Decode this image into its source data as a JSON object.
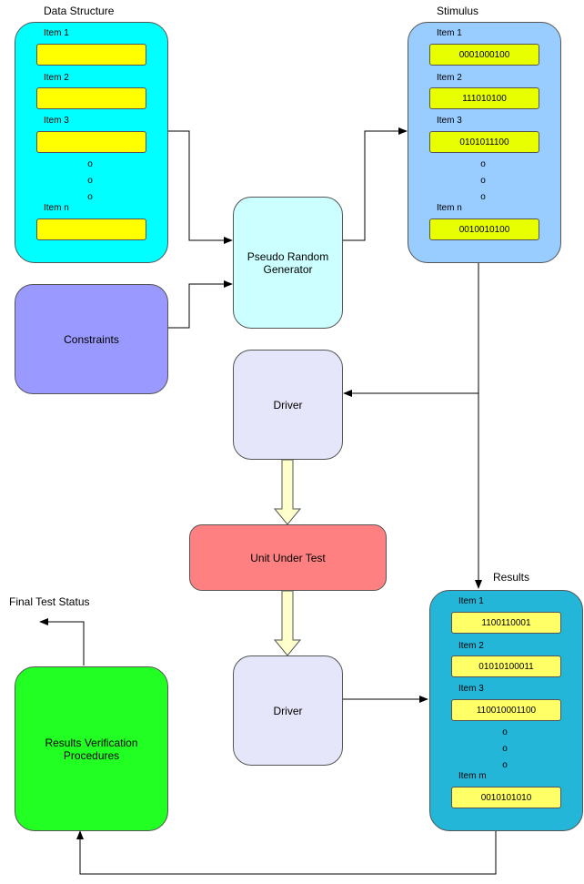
{
  "colors": {
    "data_structure": "#00ffff",
    "stimulus": "#99ccff",
    "prg": "#ccffff",
    "constraints": "#9999ff",
    "driver": "#e6e6fa",
    "uut": "#ff8080",
    "results": "#23b6d8",
    "verification": "#22ff22",
    "field_yellow": "#ffff00",
    "field_lime": "#e8ff00",
    "field_results": "#ffff66",
    "flow_arrow": "#ffffcc"
  },
  "data_structure": {
    "title": "Data Structure",
    "items": [
      {
        "label": "Item 1",
        "value": ""
      },
      {
        "label": "Item 2",
        "value": ""
      },
      {
        "label": "Item 3",
        "value": ""
      },
      {
        "label": "Item n",
        "value": ""
      }
    ]
  },
  "stimulus": {
    "title": "Stimulus",
    "items": [
      {
        "label": "Item 1",
        "value": "0001000100"
      },
      {
        "label": "Item 2",
        "value": "111010100"
      },
      {
        "label": "Item 3",
        "value": "0101011100"
      },
      {
        "label": "Item n",
        "value": "0010010100"
      }
    ]
  },
  "results": {
    "title": "Results",
    "items": [
      {
        "label": "Item 1",
        "value": "1100110001"
      },
      {
        "label": "Item 2",
        "value": "01010100011"
      },
      {
        "label": "Item 3",
        "value": "110010001100"
      },
      {
        "label": "Item m",
        "value": "0010101010"
      }
    ]
  },
  "dot": "o",
  "prg": {
    "label": "Pseudo Random Generator"
  },
  "constraints": {
    "label": "Constraints"
  },
  "driver_top": {
    "label": "Driver"
  },
  "driver_bottom": {
    "label": "Driver"
  },
  "uut": {
    "label": "Unit Under Test"
  },
  "verification": {
    "label": "Results Verification Procedures"
  },
  "final_status": {
    "label": "Final Test Status"
  }
}
